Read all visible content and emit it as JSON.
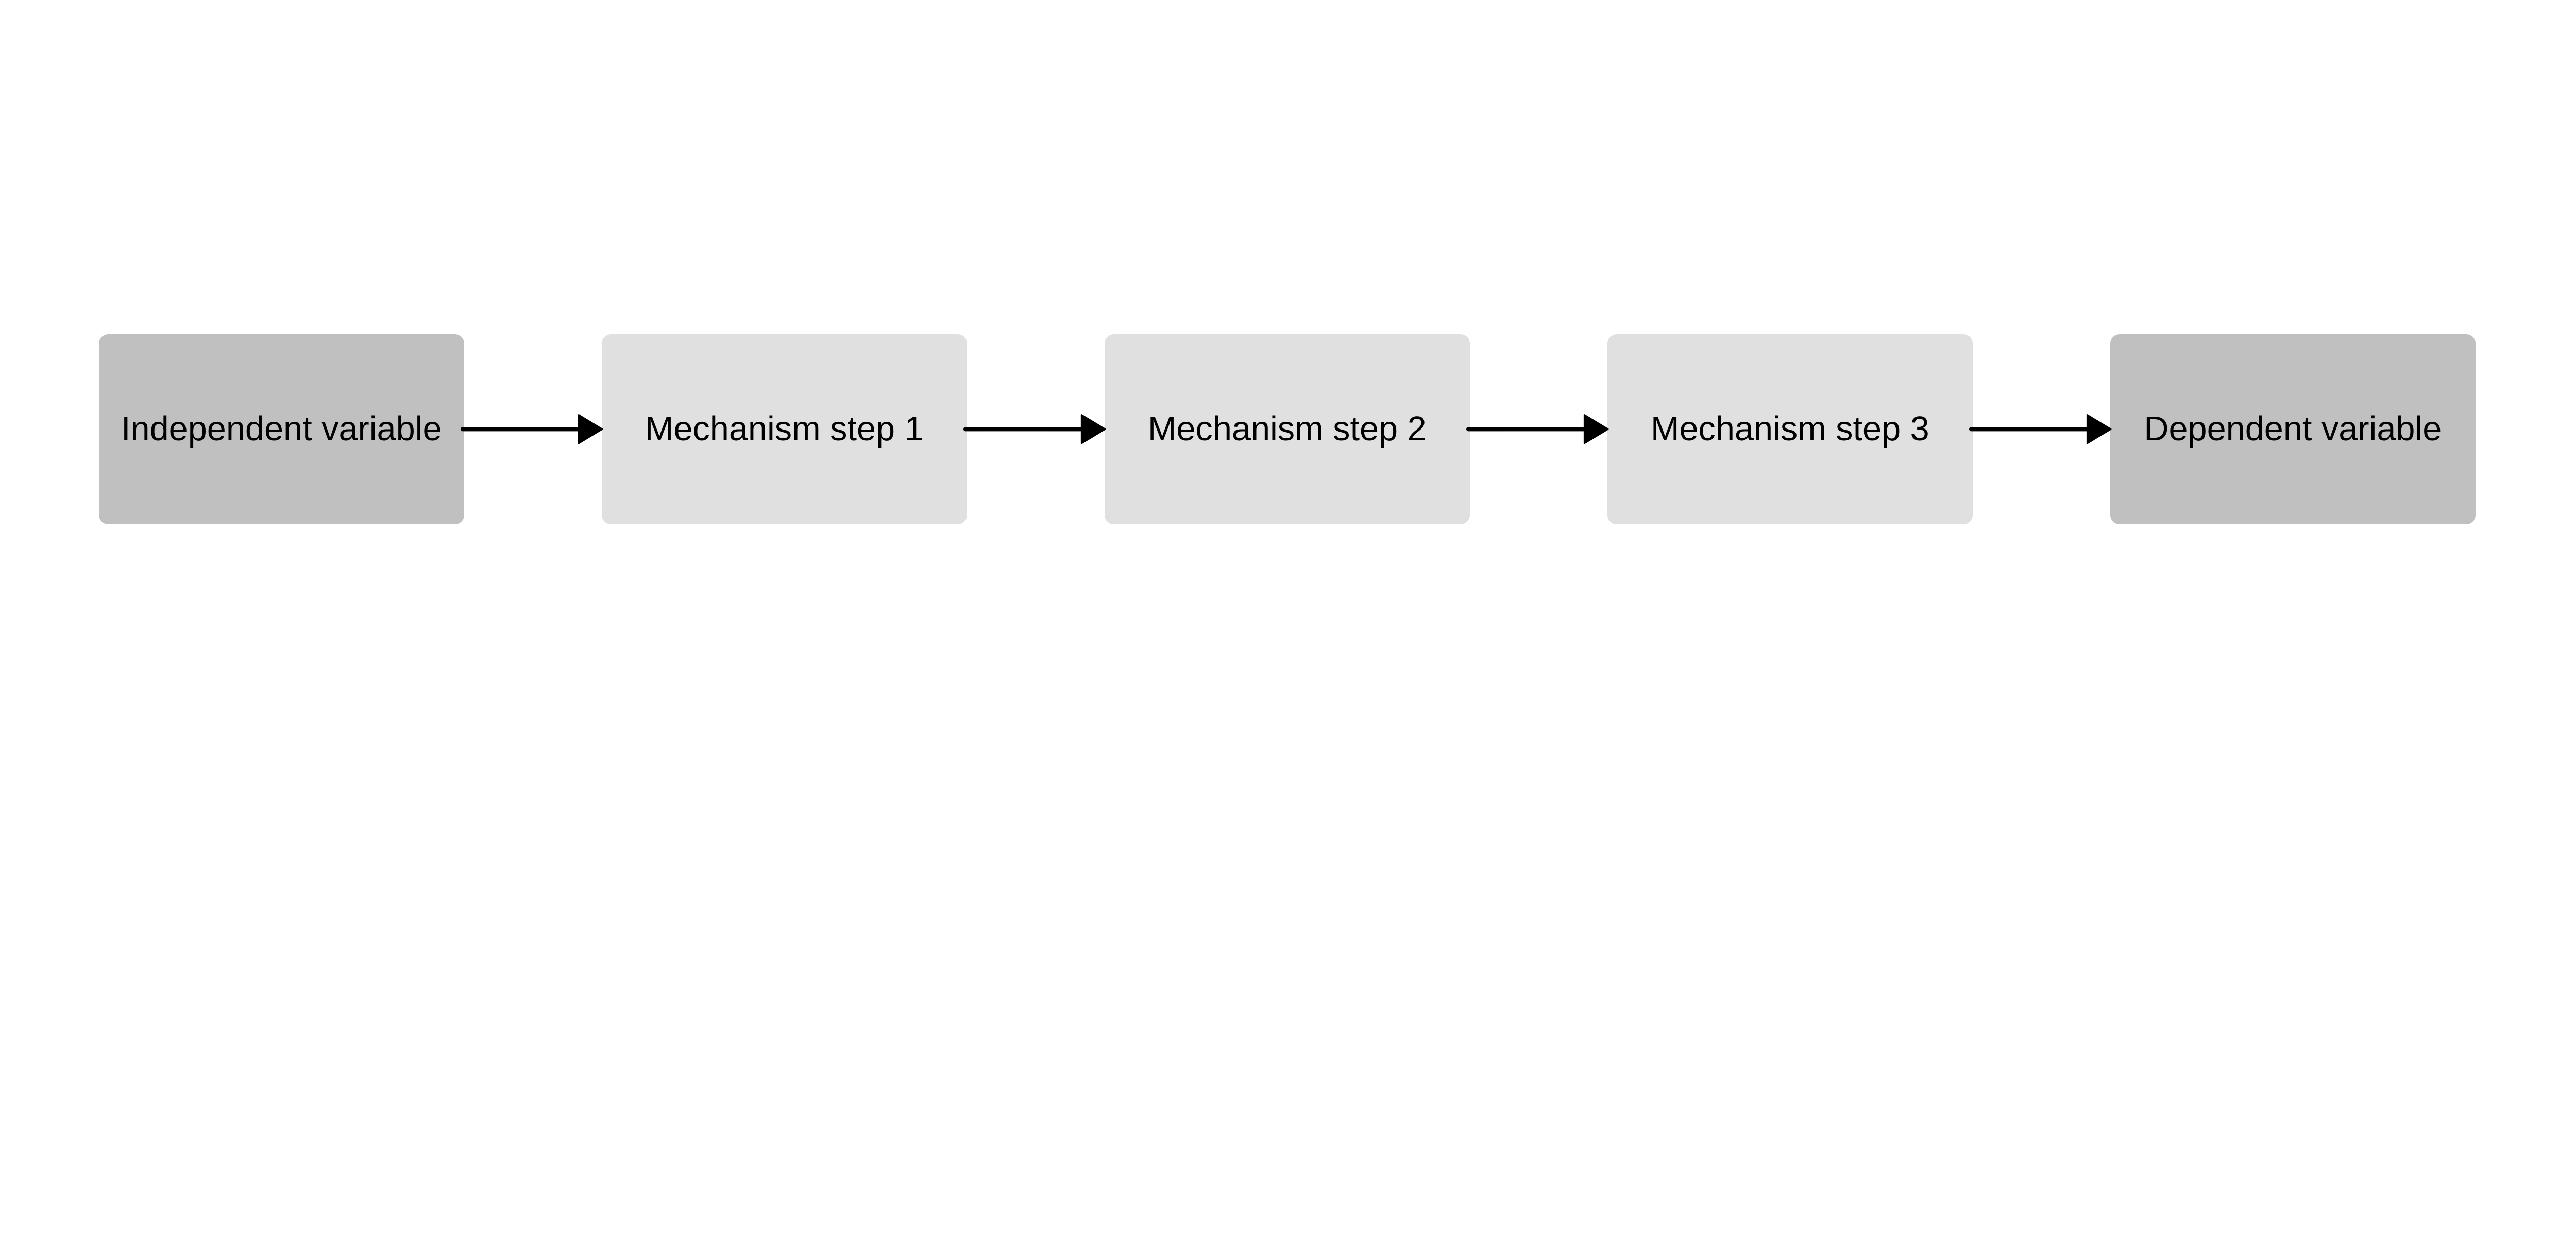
{
  "nodes": [
    {
      "label": "Independent variable",
      "color": "#c0c0c0"
    },
    {
      "label": "Mechanism step 1",
      "color": "#e0e0e0"
    },
    {
      "label": "Mechanism step 2",
      "color": "#e0e0e0"
    },
    {
      "label": "Mechanism step 3",
      "color": "#e0e0e0"
    },
    {
      "label": "Dependent variable",
      "color": "#c0c0c0"
    }
  ],
  "edges": [
    {
      "from": 0,
      "to": 1
    },
    {
      "from": 1,
      "to": 2
    },
    {
      "from": 2,
      "to": 3
    },
    {
      "from": 3,
      "to": 4
    }
  ],
  "arrow_color": "#000000"
}
